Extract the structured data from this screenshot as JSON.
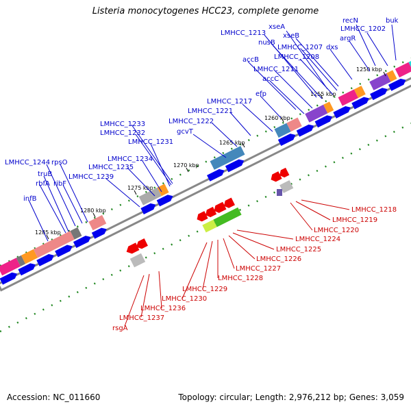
{
  "title": "Listeria monocytogenes HCC23, complete genome",
  "footer": {
    "accession": "Accession: NC_011660",
    "summary": "Topology: circular; Length: 2,976,212 bp; Genes: 3,059"
  },
  "colors": {
    "forward_label": "#0000cc",
    "reverse_label": "#cc0000",
    "backbone": "#888888",
    "cds_forward": "#0000ee",
    "cds_reverse": "#ee0000",
    "gc_tick": "#228822"
  },
  "ticks": [
    "1250 kbp",
    "1255 kbp",
    "1260 kbp",
    "1265 kbp",
    "1270 kbp",
    "1275 kbp",
    "1280 kbp",
    "1285 kbp"
  ],
  "forward_labels": [
    "recN",
    "buk",
    "LMHCC_1202",
    "argR",
    "xseA",
    "LMHCC_1213",
    "xseB",
    "nusB",
    "LMHCC_1207",
    "dxs",
    "LMHCC_1208",
    "accB",
    "LMHCC_1211",
    "accC",
    "efp",
    "LMHCC_1217",
    "LMHCC_1221",
    "LMHCC_1222",
    "gcvT",
    "LMHCC_1233",
    "LMHCC_1232",
    "LMHCC_1231",
    "LMHCC_1234",
    "LMHCC_1235",
    "LMHCC_1239",
    "LMHCC_1244",
    "rpsO",
    "truB",
    "rbfA",
    "ribF",
    "infB"
  ],
  "reverse_labels": [
    "LMHCC_1218",
    "LMHCC_1219",
    "LMHCC_1220",
    "LMHCC_1224",
    "LMHCC_1225",
    "LMHCC_1226",
    "LMHCC_1227",
    "LMHCC_1228",
    "LMHCC_1229",
    "LMHCC_1230",
    "LMHCC_1236",
    "LMHCC_1237",
    "rsgA"
  ]
}
